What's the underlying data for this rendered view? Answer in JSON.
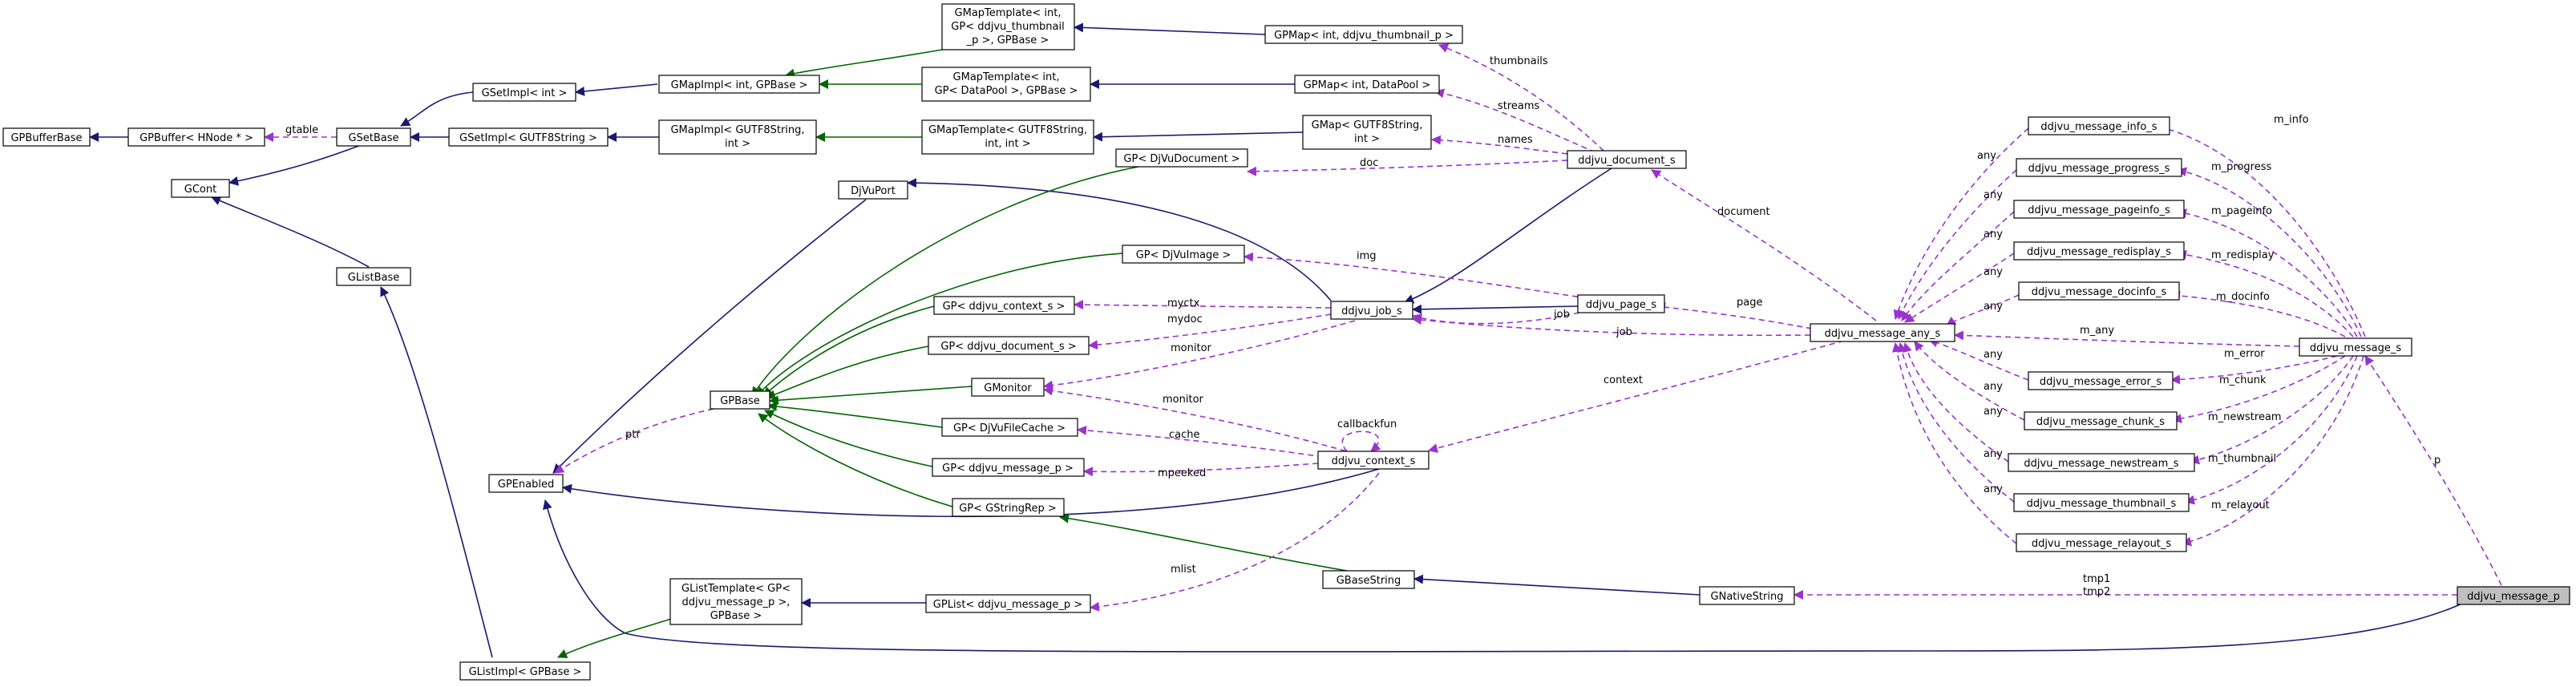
{
  "nodes": {
    "GPBufferBase": "GPBufferBase",
    "GPBuffer": "GPBuffer< HNode * >",
    "GSetBase": "GSetBase",
    "GSetImpl_int": "GSetImpl< int >",
    "GSetImpl_GUTF8": "GSetImpl< GUTF8String >",
    "GCont": "GCont",
    "GListBase": "GListBase",
    "GMapImpl_int": "GMapImpl< int, GPBase >",
    "GMapImpl_GUTF8": [
      "GMapImpl< GUTF8String,",
      "int >"
    ],
    "GMapTemplate_thumb": [
      "GMapTemplate< int,",
      "GP< ddjvu_thumbnail",
      "_p >, GPBase >"
    ],
    "GMapTemplate_datapool": [
      "GMapTemplate< int,",
      "GP< DataPool >, GPBase >"
    ],
    "GMapTemplate_GUTF8": [
      "GMapTemplate< GUTF8String,",
      "int, int >"
    ],
    "GPMap_thumb": "GPMap< int, ddjvu_thumbnail_p >",
    "GPMap_datapool": "GPMap< int, DataPool >",
    "GMap_GUTF8": [
      "GMap< GUTF8String,",
      "int >"
    ],
    "GP_DjVuDocument": "GP< DjVuDocument >",
    "DjVuPort": "DjVuPort",
    "GP_DjVuImage": "GP< DjVuImage >",
    "GP_context": "GP< ddjvu_context_s >",
    "GP_document": "GP< ddjvu_document_s >",
    "GMonitor": "GMonitor",
    "GPBase": "GPBase",
    "GP_DjVuFileCache": "GP< DjVuFileCache >",
    "GP_message_p": "GP< ddjvu_message_p >",
    "GP_GStringRep": "GP< GStringRep >",
    "GPEnabled": "GPEnabled",
    "GListTemplate": [
      "GListTemplate< GP<",
      "ddjvu_message_p >,",
      "GPBase >"
    ],
    "GPList": "GPList< ddjvu_message_p >",
    "GListImpl": "GListImpl< GPBase >",
    "ddjvu_document_s": "ddjvu_document_s",
    "ddjvu_job_s": "ddjvu_job_s",
    "ddjvu_page_s": "ddjvu_page_s",
    "ddjvu_context_s": "ddjvu_context_s",
    "GBaseString": "GBaseString",
    "GNativeString": "GNativeString",
    "ddjvu_message_any_s": "ddjvu_message_any_s",
    "ddjvu_message_info_s": "ddjvu_message_info_s",
    "ddjvu_message_progress_s": "ddjvu_message_progress_s",
    "ddjvu_message_pageinfo_s": "ddjvu_message_pageinfo_s",
    "ddjvu_message_redisplay_s": "ddjvu_message_redisplay_s",
    "ddjvu_message_docinfo_s": "ddjvu_message_docinfo_s",
    "ddjvu_message_error_s": "ddjvu_message_error_s",
    "ddjvu_message_chunk_s": "ddjvu_message_chunk_s",
    "ddjvu_message_newstream_s": "ddjvu_message_newstream_s",
    "ddjvu_message_thumbnail_s": "ddjvu_message_thumbnail_s",
    "ddjvu_message_relayout_s": "ddjvu_message_relayout_s",
    "ddjvu_message_s": "ddjvu_message_s",
    "ddjvu_message_p": "ddjvu_message_p"
  },
  "edge_labels": {
    "gtable": "gtable",
    "thumbnails": "thumbnails",
    "streams": "streams",
    "names": "names",
    "doc": "doc",
    "img": "img",
    "myctx": "myctx",
    "mydoc": "mydoc",
    "monitor_job": "monitor",
    "monitor_ctx": "monitor",
    "cache": "cache",
    "mpeeked": "mpeeked",
    "callbackfun": "callbackfun",
    "ptr": "ptr",
    "mlist": "mlist",
    "page": "page",
    "job_page": "job",
    "job_any": "job",
    "document": "document",
    "context": "context",
    "tmp": [
      "tmp1",
      "tmp2"
    ],
    "p": "p",
    "m_info": "m_info",
    "m_progress": "m_progress",
    "m_pageinfo": "m_pageinfo",
    "m_redisplay": "m_redisplay",
    "m_docinfo": "m_docinfo",
    "m_any": "m_any",
    "m_error": "m_error",
    "m_chunk": "m_chunk",
    "m_newstream": "m_newstream",
    "m_thumbnail": "m_thumbnail",
    "m_relayout": "m_relayout",
    "any": "any"
  },
  "colors": {
    "inheritance_public": "#191970",
    "inheritance_template": "#006400",
    "usage": "#9a32cd",
    "highlight_fill": "#bfbfbf"
  }
}
